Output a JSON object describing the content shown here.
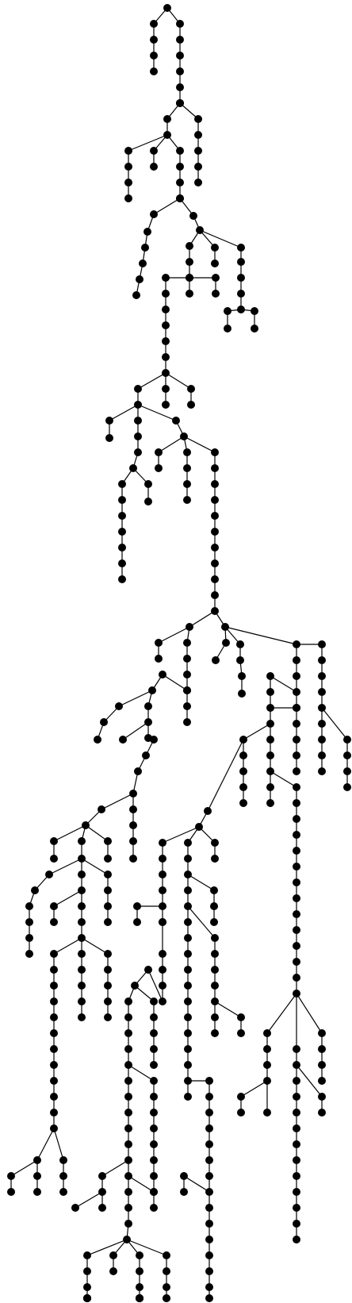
{
  "diagram": {
    "type": "tree",
    "title": "",
    "colors": {
      "node": "#000000",
      "edge": "#000000",
      "background": "#ffffff"
    },
    "root": "a0",
    "node_count": 333,
    "edge_count": 332,
    "text_labels": []
  }
}
